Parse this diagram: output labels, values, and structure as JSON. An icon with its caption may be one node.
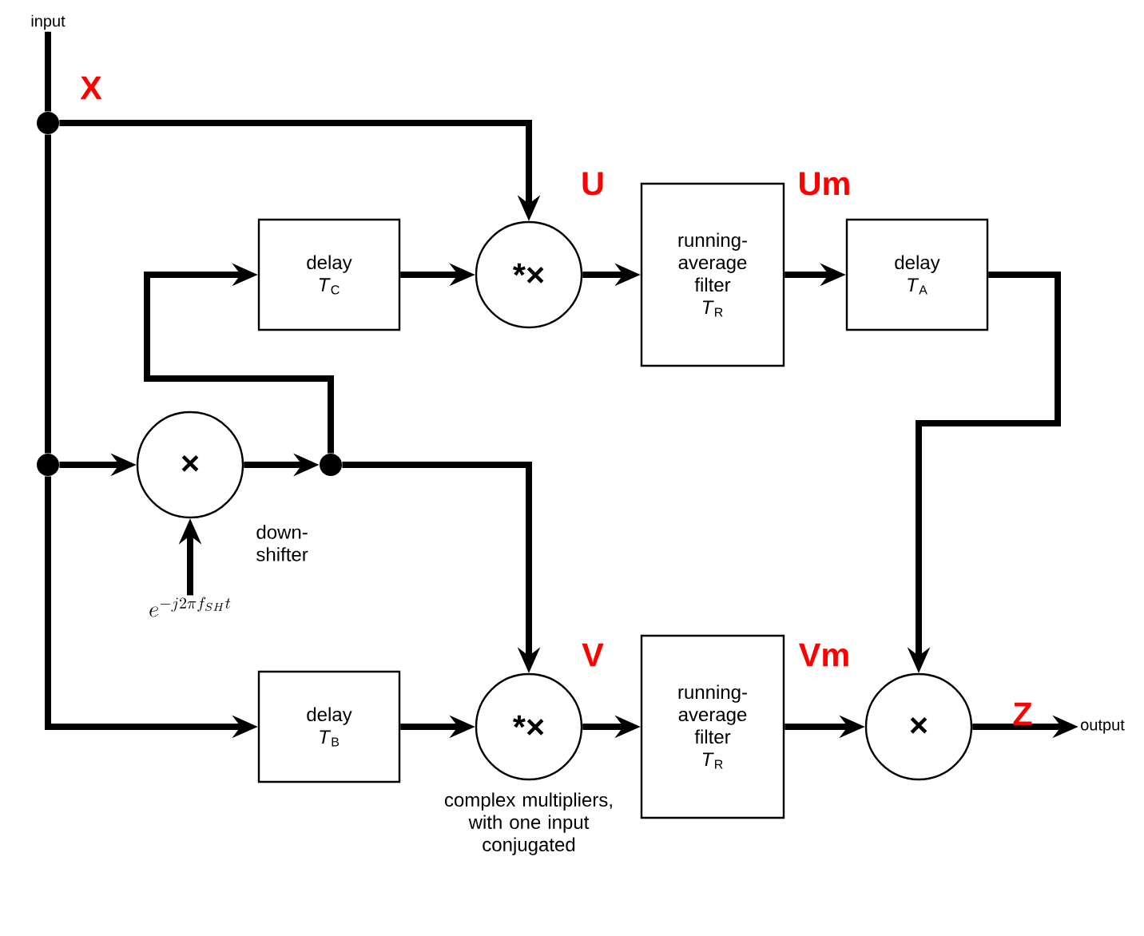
{
  "diagram": {
    "nodes": [
      {
        "text": [
          "input"
        ]
      },
      {
        "text": [],
        "shape": "circle"
      },
      {
        "text": [
          "*×"
        ]
      },
      {
        "text": [
          "delay",
          "*T*$_{C}$"
        ]
      },
      {
        "text": [
          "running-average filter",
          "*T*$_{R}$"
        ]
      },
      {
        "text": [
          "delay",
          "*T*$_{A}$"
        ]
      },
      {
        "text": [],
        "shape": "circle"
      },
      {
        "text": [
          "×"
        ],
        "beside": [
          "down-shifter"
        ]
      },
      {
        "text": [
          "e^{-j2\\pi f_{SH}t}"
        ]
      },
      {
        "text": [],
        "shape": "circle"
      },
      {
        "text": [
          "delay",
          "*T*$_{B}$"
        ]
      },
      {
        "text": [
          "*×"
        ],
        "beside": [
          "complex multipliers, with one input conjugated"
        ]
      },
      {
        "text": [
          "running-average filter",
          "*T*$_{R}$"
        ]
      },
      {
        "text": [
          "×"
        ]
      },
      {
        "text": [
          "output"
        ]
      }
    ],
    "edges": [
      {
        "from": 0,
        "to": 1,
        "arrow": "none"
      },
      {
        "from": 1,
        "to": 2,
        "arrow": "to"
      },
      {
        "from": 1,
        "to": 6,
        "arrow": "none"
      },
      {
        "from": 6,
        "to": 7,
        "arrow": "to"
      },
      {
        "from": 6,
        "to": 10,
        "arrow": "to"
      },
      {
        "from": 8,
        "to": 7,
        "arrow": "to"
      },
      {
        "from": 7,
        "to": 9,
        "arrow": "to"
      },
      {
        "from": 9,
        "to": 3,
        "arrow": "to"
      },
      {
        "from": 9,
        "to": 11,
        "arrow": "to"
      },
      {
        "from": 3,
        "to": 2,
        "arrow": "to"
      },
      {
        "from": 2,
        "to": 4,
        "arrow": "to"
      },
      {
        "from": 4,
        "to": 5,
        "arrow": "to"
      },
      {
        "from": 5,
        "to": 13,
        "arrow": "to"
      },
      {
        "from": 10,
        "to": 11,
        "arrow": "to"
      },
      {
        "from": 11,
        "to": 12,
        "arrow": "to"
      },
      {
        "from": 12,
        "to": 13,
        "arrow": "to"
      },
      {
        "from": 13,
        "to": 14,
        "arrow": "to"
      }
    ],
    "labels": [
      "X",
      "U",
      "Um",
      "V",
      "Vm",
      "Z"
    ]
  }
}
